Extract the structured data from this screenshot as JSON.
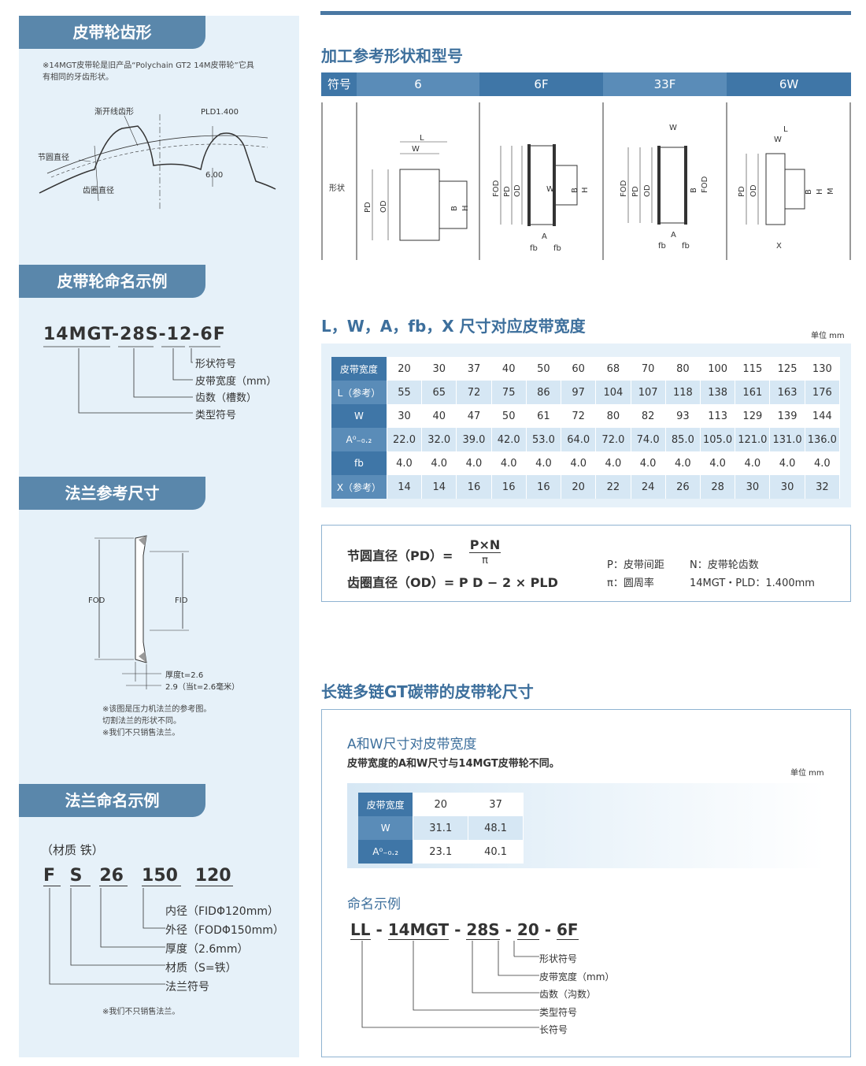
{
  "left": {
    "tooth_tab": "皮带轮齿形",
    "tooth_note": [
      "※14MGT皮带轮是旧产品“Polychain GT2 14M皮带轮”它具",
      "有相同的牙齿形状。"
    ],
    "tooth_labels": {
      "involute": "渐开线齿形",
      "pld": "PLD1.400",
      "pitch_dia": "节圆直径",
      "height": "6.00",
      "outer_dia": "齿圈直径"
    },
    "naming_tab": "皮带轮命名示例",
    "naming_code": "14MGT-28S-12-6F",
    "naming_items": [
      "形状符号",
      "皮带宽度（mm）",
      "齿数（槽数）",
      "类型符号"
    ],
    "flange_tab": "法兰参考尺寸",
    "flange_labels": {
      "fod": "FOD",
      "fid": "FID",
      "thick1": "厚度t=2.6",
      "thick2": "2.9（当t=2.6毫米）"
    },
    "flange_notes": [
      "※该图是压力机法兰的参考图。",
      "切割法兰的形状不同。",
      "※我们不只销售法兰。"
    ],
    "flange_naming_tab": "法兰命名示例",
    "material": "（材质 铁）",
    "flange_code": [
      "F",
      "S",
      "26",
      "150",
      "120"
    ],
    "flange_items": [
      "内径（FIDΦ120mm）",
      "外径（FODΦ150mm）",
      "厚度（2.6mm）",
      "材质（S=铁）",
      "法兰符号"
    ],
    "flange_note2": "※我们不只销售法兰。"
  },
  "shapes": {
    "title": "加工参考形状和型号",
    "header_label": "符号",
    "types": [
      "6",
      "6F",
      "33F",
      "6W"
    ],
    "row_label": "形状"
  },
  "dims": {
    "title": "L，W，A，fb，X 尺寸对应皮带宽度",
    "unit": "单位 mm",
    "rows": [
      {
        "label": "皮带宽度",
        "values": [
          "20",
          "30",
          "37",
          "40",
          "50",
          "60",
          "68",
          "70",
          "80",
          "100",
          "115",
          "125",
          "130"
        ]
      },
      {
        "label": "L（参考）",
        "values": [
          "55",
          "65",
          "72",
          "75",
          "86",
          "97",
          "104",
          "107",
          "118",
          "138",
          "161",
          "163",
          "176"
        ]
      },
      {
        "label": "W",
        "values": [
          "30",
          "40",
          "47",
          "50",
          "61",
          "72",
          "80",
          "82",
          "93",
          "113",
          "129",
          "139",
          "144"
        ]
      },
      {
        "label": "A⁰₋₀.₂",
        "values": [
          "22.0",
          "32.0",
          "39.0",
          "42.0",
          "53.0",
          "64.0",
          "72.0",
          "74.0",
          "85.0",
          "105.0",
          "121.0",
          "131.0",
          "136.0"
        ]
      },
      {
        "label": "fb",
        "values": [
          "4.0",
          "4.0",
          "4.0",
          "4.0",
          "4.0",
          "4.0",
          "4.0",
          "4.0",
          "4.0",
          "4.0",
          "4.0",
          "4.0",
          "4.0"
        ]
      },
      {
        "label": "X（参考）",
        "values": [
          "14",
          "14",
          "16",
          "16",
          "16",
          "20",
          "22",
          "24",
          "26",
          "28",
          "30",
          "30",
          "32"
        ]
      }
    ]
  },
  "formula": {
    "pd_label": "节圆直径（PD）=",
    "numerator": "P×N",
    "denominator": "π",
    "od_label": "齿圈直径（OD）= P D − 2 × PLD",
    "p_def": "P：皮带间距",
    "n_def": "N：皮带轮齿数",
    "pi_def": "π：圆周率",
    "pld_def": "14MGT・PLD：1.400mm"
  },
  "longchain": {
    "title": "长链多链GT碳带的皮带轮尺寸",
    "sub_title": "A和W尺寸对皮带宽度",
    "sub_note": "皮带宽度的A和W尺寸与14MGT皮带轮不同。",
    "unit": "单位 mm",
    "rows": [
      {
        "label": "皮带宽度",
        "values": [
          "20",
          "37"
        ]
      },
      {
        "label": "W",
        "values": [
          "31.1",
          "48.1"
        ]
      },
      {
        "label": "A⁰₋₀.₂",
        "values": [
          "23.1",
          "40.1"
        ]
      }
    ],
    "naming_title": "命名示例",
    "naming_code": [
      "LL",
      "14MGT",
      "28S",
      "20",
      "6F"
    ],
    "naming_items": [
      "形状符号",
      "皮带宽度（mm）",
      "齿数（沟数）",
      "类型符号",
      "长符号"
    ]
  }
}
